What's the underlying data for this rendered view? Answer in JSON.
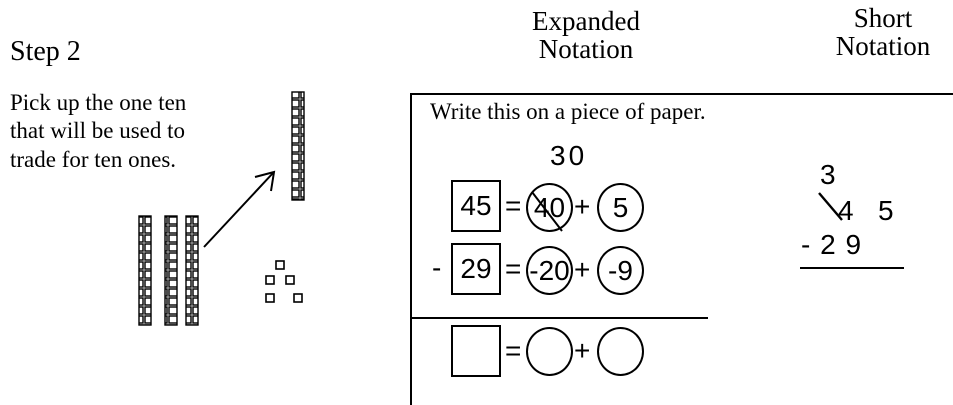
{
  "step": {
    "title": "Step 2"
  },
  "instruction": {
    "line1": "Pick up the one ten",
    "line2": "that will be used to",
    "line3": "trade for ten ones."
  },
  "headers": {
    "expanded_line1": "Expanded",
    "expanded_line2": "Notation",
    "short_line1": "Short",
    "short_line2": "Notation"
  },
  "work": {
    "prompt": "Write this on a piece of paper.",
    "tens_regroup": "30",
    "row1": {
      "total": "45",
      "tens": "40",
      "ones": "5",
      "eq": "=",
      "plus": "+"
    },
    "row2": {
      "sign": "-",
      "total": "29",
      "tens": "-20",
      "ones": "-9",
      "eq": "=",
      "plus": "+"
    },
    "row3": {
      "eq": "=",
      "plus": "+"
    }
  },
  "short_notation": {
    "regroup": "3",
    "top_tens": "4",
    "top_ones": "5",
    "bottom": "- 2 9"
  }
}
